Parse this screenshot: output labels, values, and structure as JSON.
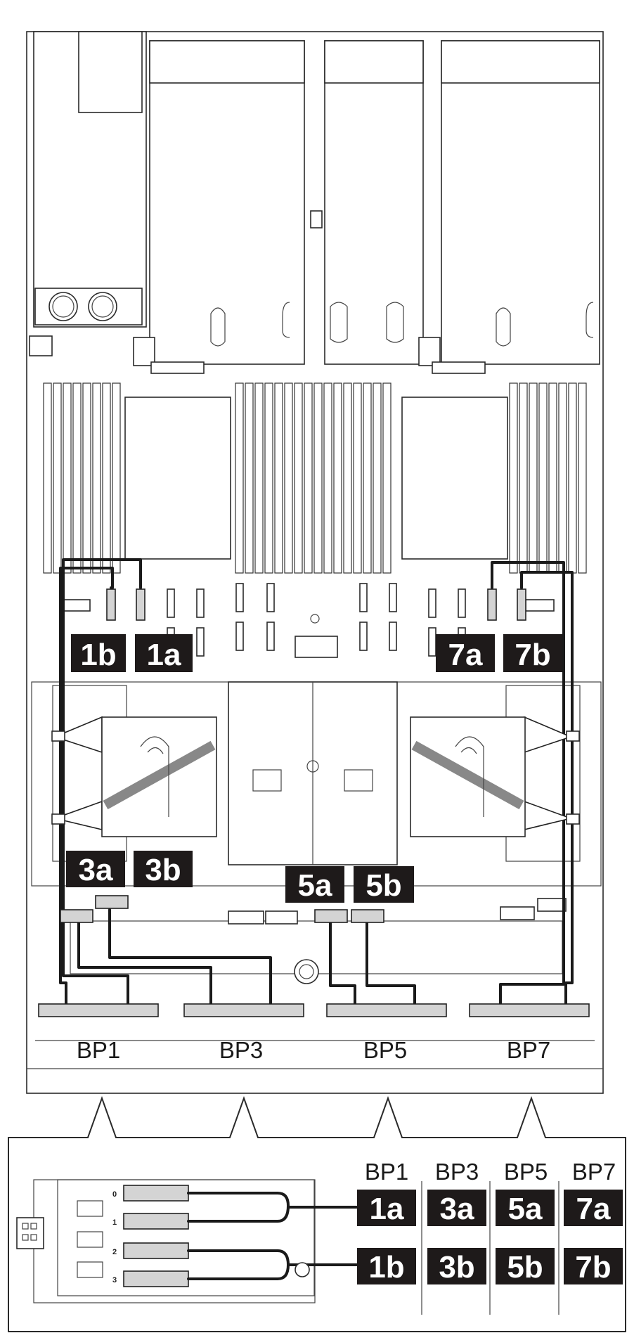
{
  "callouts": {
    "c1a": "1a",
    "c1b": "1b",
    "c3a": "3a",
    "c3b": "3b",
    "c5a": "5a",
    "c5b": "5b",
    "c7a": "7a",
    "c7b": "7b"
  },
  "backplanes": {
    "bp1": "BP1",
    "bp3": "BP3",
    "bp5": "BP5",
    "bp7": "BP7"
  },
  "detail": {
    "columns": [
      "BP1",
      "BP3",
      "BP5",
      "BP7"
    ],
    "row_a": [
      "1a",
      "3a",
      "5a",
      "7a"
    ],
    "row_b": [
      "1b",
      "3b",
      "5b",
      "7b"
    ],
    "port_numbers": [
      "0",
      "1",
      "2",
      "3"
    ]
  },
  "colors": {
    "label_bg": "#1e1a1a",
    "label_text": "#ffffff",
    "connector_fill": "#d4d4d4",
    "line": "#1a1a1a"
  }
}
